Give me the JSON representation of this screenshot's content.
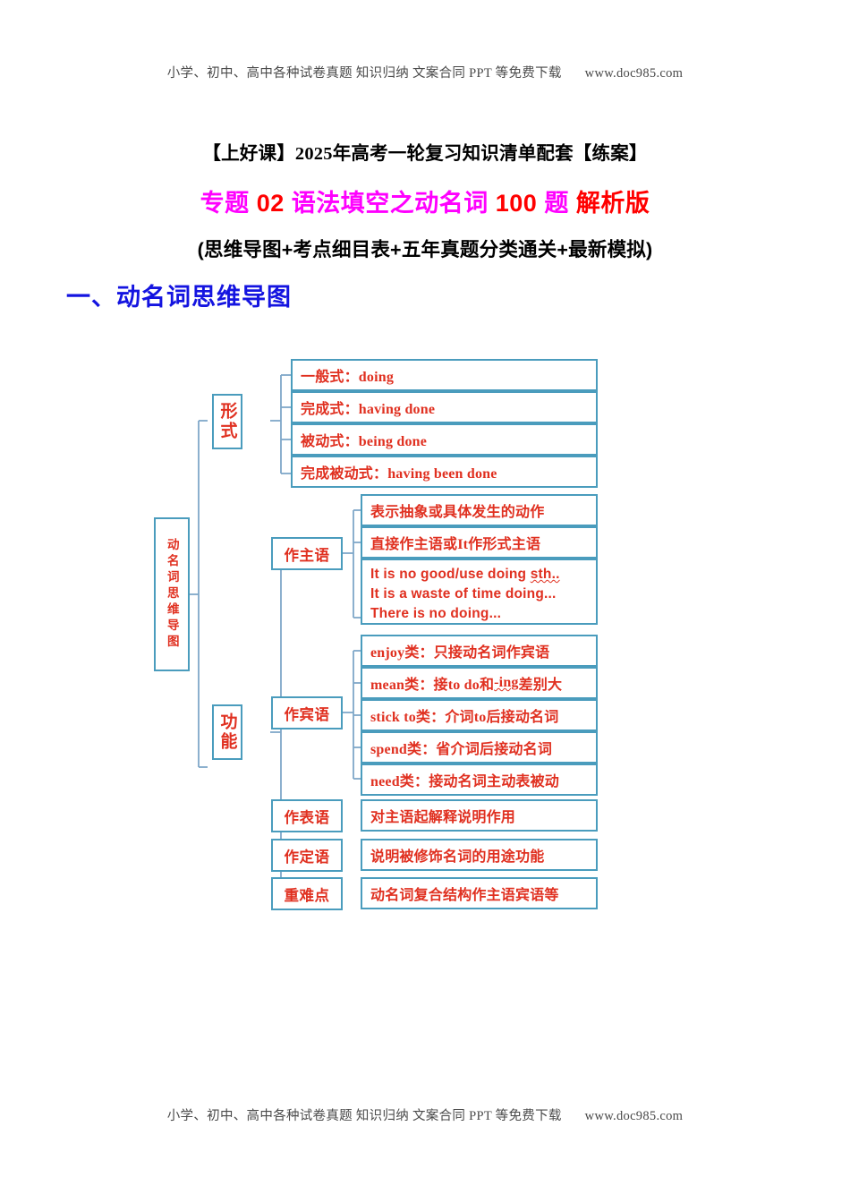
{
  "watermark": {
    "text": "小学、初中、高中各种试卷真题  知识归纳  文案合同  PPT 等免费下载",
    "url": "www.doc985.com"
  },
  "titles": {
    "line1": "【上好课】2025年高考一轮复习知识清单配套【练案】",
    "line2": {
      "seg1": "专题 ",
      "seg2": "02 ",
      "seg3": "语法填空之动名词 ",
      "seg4": "100 ",
      "seg5": "题 ",
      "seg6": "解析版"
    },
    "line3": "(思维导图+考点细目表+五年真题分类通关+最新模拟)"
  },
  "section": {
    "heading": "一、动名词思维导图"
  },
  "mindmap": {
    "root": "动名词思维导图",
    "branch_form": {
      "label": "形式",
      "items": [
        "一般式：doing",
        "完成式：having done",
        "被动式：being done",
        "完成被动式：having been done"
      ]
    },
    "branch_function": {
      "label": "功能",
      "subject": {
        "label": "作主语",
        "items": [
          "表示抽象或具体发生的动作",
          "直接作主语或It作形式主语"
        ],
        "examples": [
          "It is no good/use doing sth..",
          "It is a waste of time doing...",
          "There is no doing..."
        ],
        "example_squiggle": "sth.."
      },
      "object": {
        "label": "作宾语",
        "items": [
          "enjoy类：只接动名词作宾语",
          "mean类：接to do和-ing差别大",
          "stick to类：介词to后接动名词",
          "spend类：省介词后接动名词",
          "need类：接动名词主动表被动"
        ],
        "item2_pre": "mean类：接to do和",
        "item2_squiggle": "-ing",
        "item2_post": "差别大"
      },
      "predicative": {
        "label": "作表语",
        "item": "对主语起解释说明作用"
      },
      "attributive": {
        "label": "作定语",
        "item": "说明被修饰名词的用途功能"
      },
      "keypoint": {
        "label": "重难点",
        "item": "动名词复合结构作主语宾语等"
      }
    }
  },
  "colors": {
    "box_border": "#4a9cbd",
    "node_text": "#e03020",
    "heading_blue": "#1414e0",
    "title_magenta": "#ff00ff",
    "title_red": "#ff0000"
  }
}
